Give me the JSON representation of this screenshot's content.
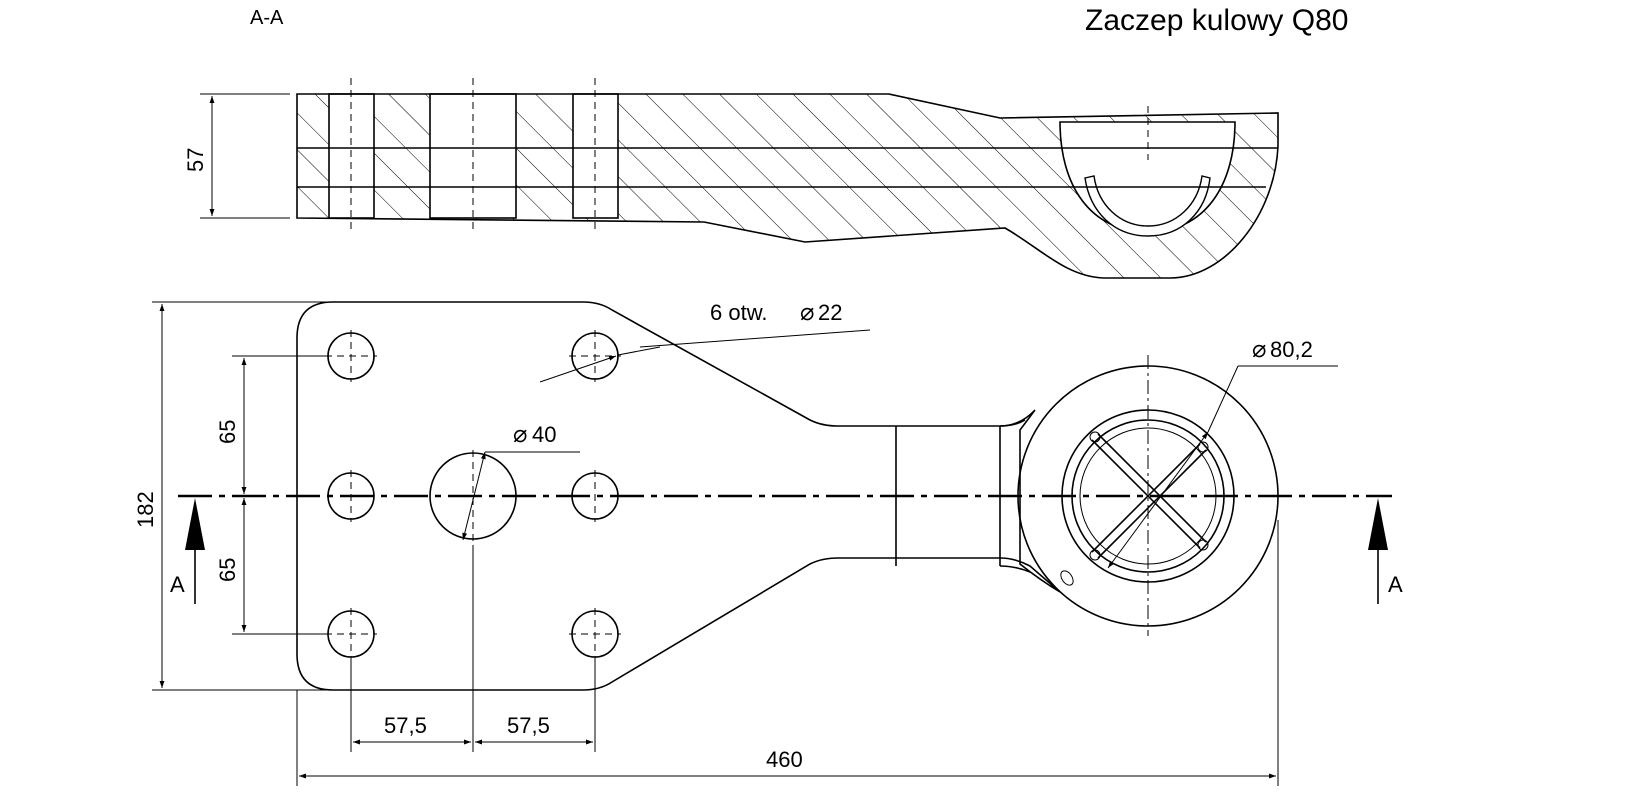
{
  "title": "Zaczep kulowy Q80",
  "section_label": "A-A",
  "section_arrow_label": "A",
  "dimensions": {
    "thickness": "57",
    "total_height": "182",
    "hole_spacing_upper": "65",
    "hole_spacing_lower": "65",
    "hole_pitch_left": "57,5",
    "hole_pitch_right": "57,5",
    "total_length": "460",
    "holes_note": "6 otw.",
    "holes_diameter": "22",
    "center_hole_diameter": "40",
    "ball_diameter": "80,2"
  },
  "diameter_symbol": "⌀"
}
